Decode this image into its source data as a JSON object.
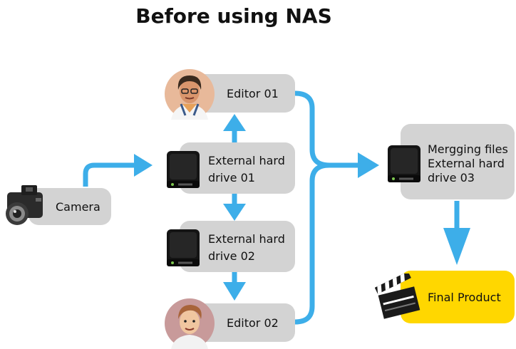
{
  "title": "Before using NAS",
  "nodes": {
    "camera": "Camera",
    "editor1": "Editor 01",
    "hdd1_line1": "External hard",
    "hdd1_line2": "drive 01",
    "hdd2_line1": "External hard",
    "hdd2_line2": "drive 02",
    "editor2": "Editor 02",
    "merge_line1": "Mergging files",
    "merge_line2": "External hard",
    "merge_line3": "drive 03",
    "final": "Final Product"
  },
  "colors": {
    "arrow": "#3daee9",
    "box": "#d3d3d3",
    "final_box": "#ffd700"
  },
  "icons": [
    "camera-icon",
    "editor-01-avatar-icon",
    "editor-02-avatar-icon",
    "hard-drive-icon",
    "clapperboard-icon"
  ]
}
